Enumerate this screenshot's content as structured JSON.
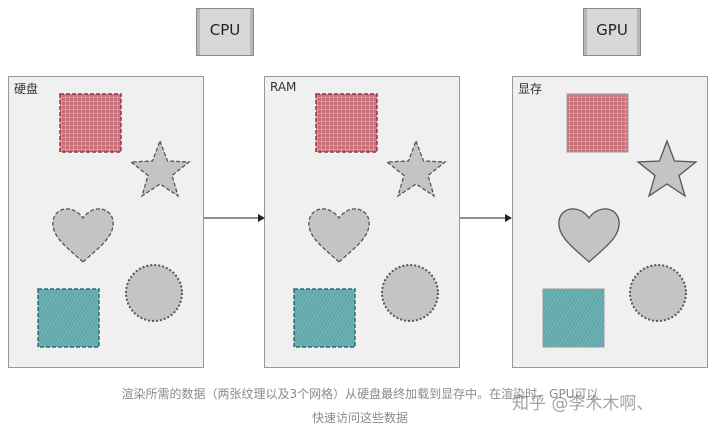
{
  "chips": {
    "cpu_label": "CPU",
    "gpu_label": "GPU"
  },
  "panels": {
    "disk_label": "硬盘",
    "ram_label": "RAM",
    "vram_label": "显存"
  },
  "caption": {
    "line1": "渲染所需的数据（两张纹理以及3个网格）从硬盘最终加载到显存中。在渲染时，GPU可以",
    "line2": "快速访问这些数据"
  },
  "watermark": "知乎 @李木木啊、",
  "colors": {
    "texture_red": "#c8707a",
    "texture_teal": "#5fa7aa",
    "shape_gray": "#c4c4c4",
    "panel_bg": "#f0f0f0"
  }
}
